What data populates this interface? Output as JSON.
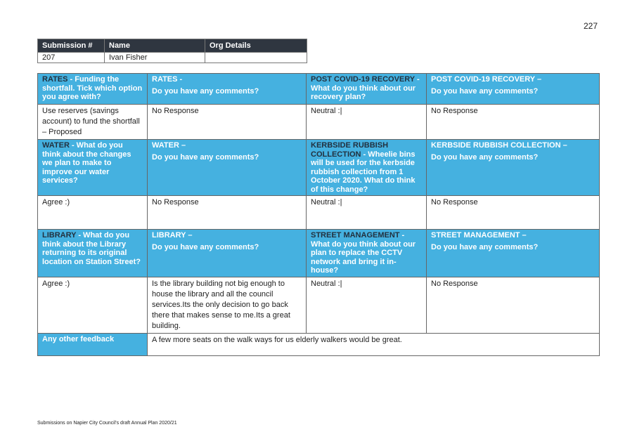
{
  "page_number": "227",
  "submission": {
    "headers": [
      "Submission #",
      "Name",
      "Org Details"
    ],
    "values": [
      "207",
      "Ivan Fisher",
      ""
    ]
  },
  "rows": [
    {
      "headers": [
        {
          "pre": "RATES",
          "rest": " - Funding the shortfall. Tick which option you agree with?"
        },
        {
          "pre": "",
          "rest": "RATES -",
          "line2": "Do you have any comments?"
        },
        {
          "pre": "POST COVID-19 RECOVERY",
          "rest": " - What do you think about our recovery plan?"
        },
        {
          "pre": "",
          "rest": "POST COVID-19 RECOVERY –",
          "line2": "Do you have any comments?"
        }
      ],
      "values": [
        "Use reserves (savings account) to fund the shortfall – Proposed",
        "No Response",
        "Neutral :|",
        "No Response"
      ]
    },
    {
      "headers": [
        {
          "pre": "WATER",
          "rest": " - What do you think about the changes we plan to make to improve our water services?"
        },
        {
          "pre": "",
          "rest": "WATER –",
          "line2": "Do you have any comments?"
        },
        {
          "pre": "KERBSIDE RUBBISH COLLECTION",
          "rest": " - Wheelie bins will be used for the kerbside rubbish collection from 1 October 2020. What do think of this change?"
        },
        {
          "pre": "",
          "rest": "KERBSIDE RUBBISH COLLECTION –",
          "line2": "Do you have any comments?"
        }
      ],
      "values": [
        "Agree :)",
        "No Response",
        "Neutral :|",
        "No Response"
      ]
    },
    {
      "headers": [
        {
          "pre": "LIBRARY",
          "rest": " - What do you think about the Library returning to its original location on Station Street?"
        },
        {
          "pre": "",
          "rest": "LIBRARY –",
          "line2": "Do you have any comments?"
        },
        {
          "pre": "STREET MANAGEMENT",
          "rest": " - What do you think about our plan to replace the CCTV network and bring it in-house?"
        },
        {
          "pre": "",
          "rest": "STREET MANAGEMENT –",
          "line2": "Do you have any comments?"
        }
      ],
      "values": [
        "Agree :)",
        "Is the library building not big enough to house the library and all the council services.Its the only decision to go back there that makes sense to me.Its a great building.",
        "Neutral :|",
        "No Response"
      ]
    }
  ],
  "other": {
    "label": "Any other feedback",
    "value": "A few more seats on the walk ways for us elderly walkers would be great."
  },
  "footer": "Submissions on Napier City Council's draft Annual Plan 2020/21"
}
